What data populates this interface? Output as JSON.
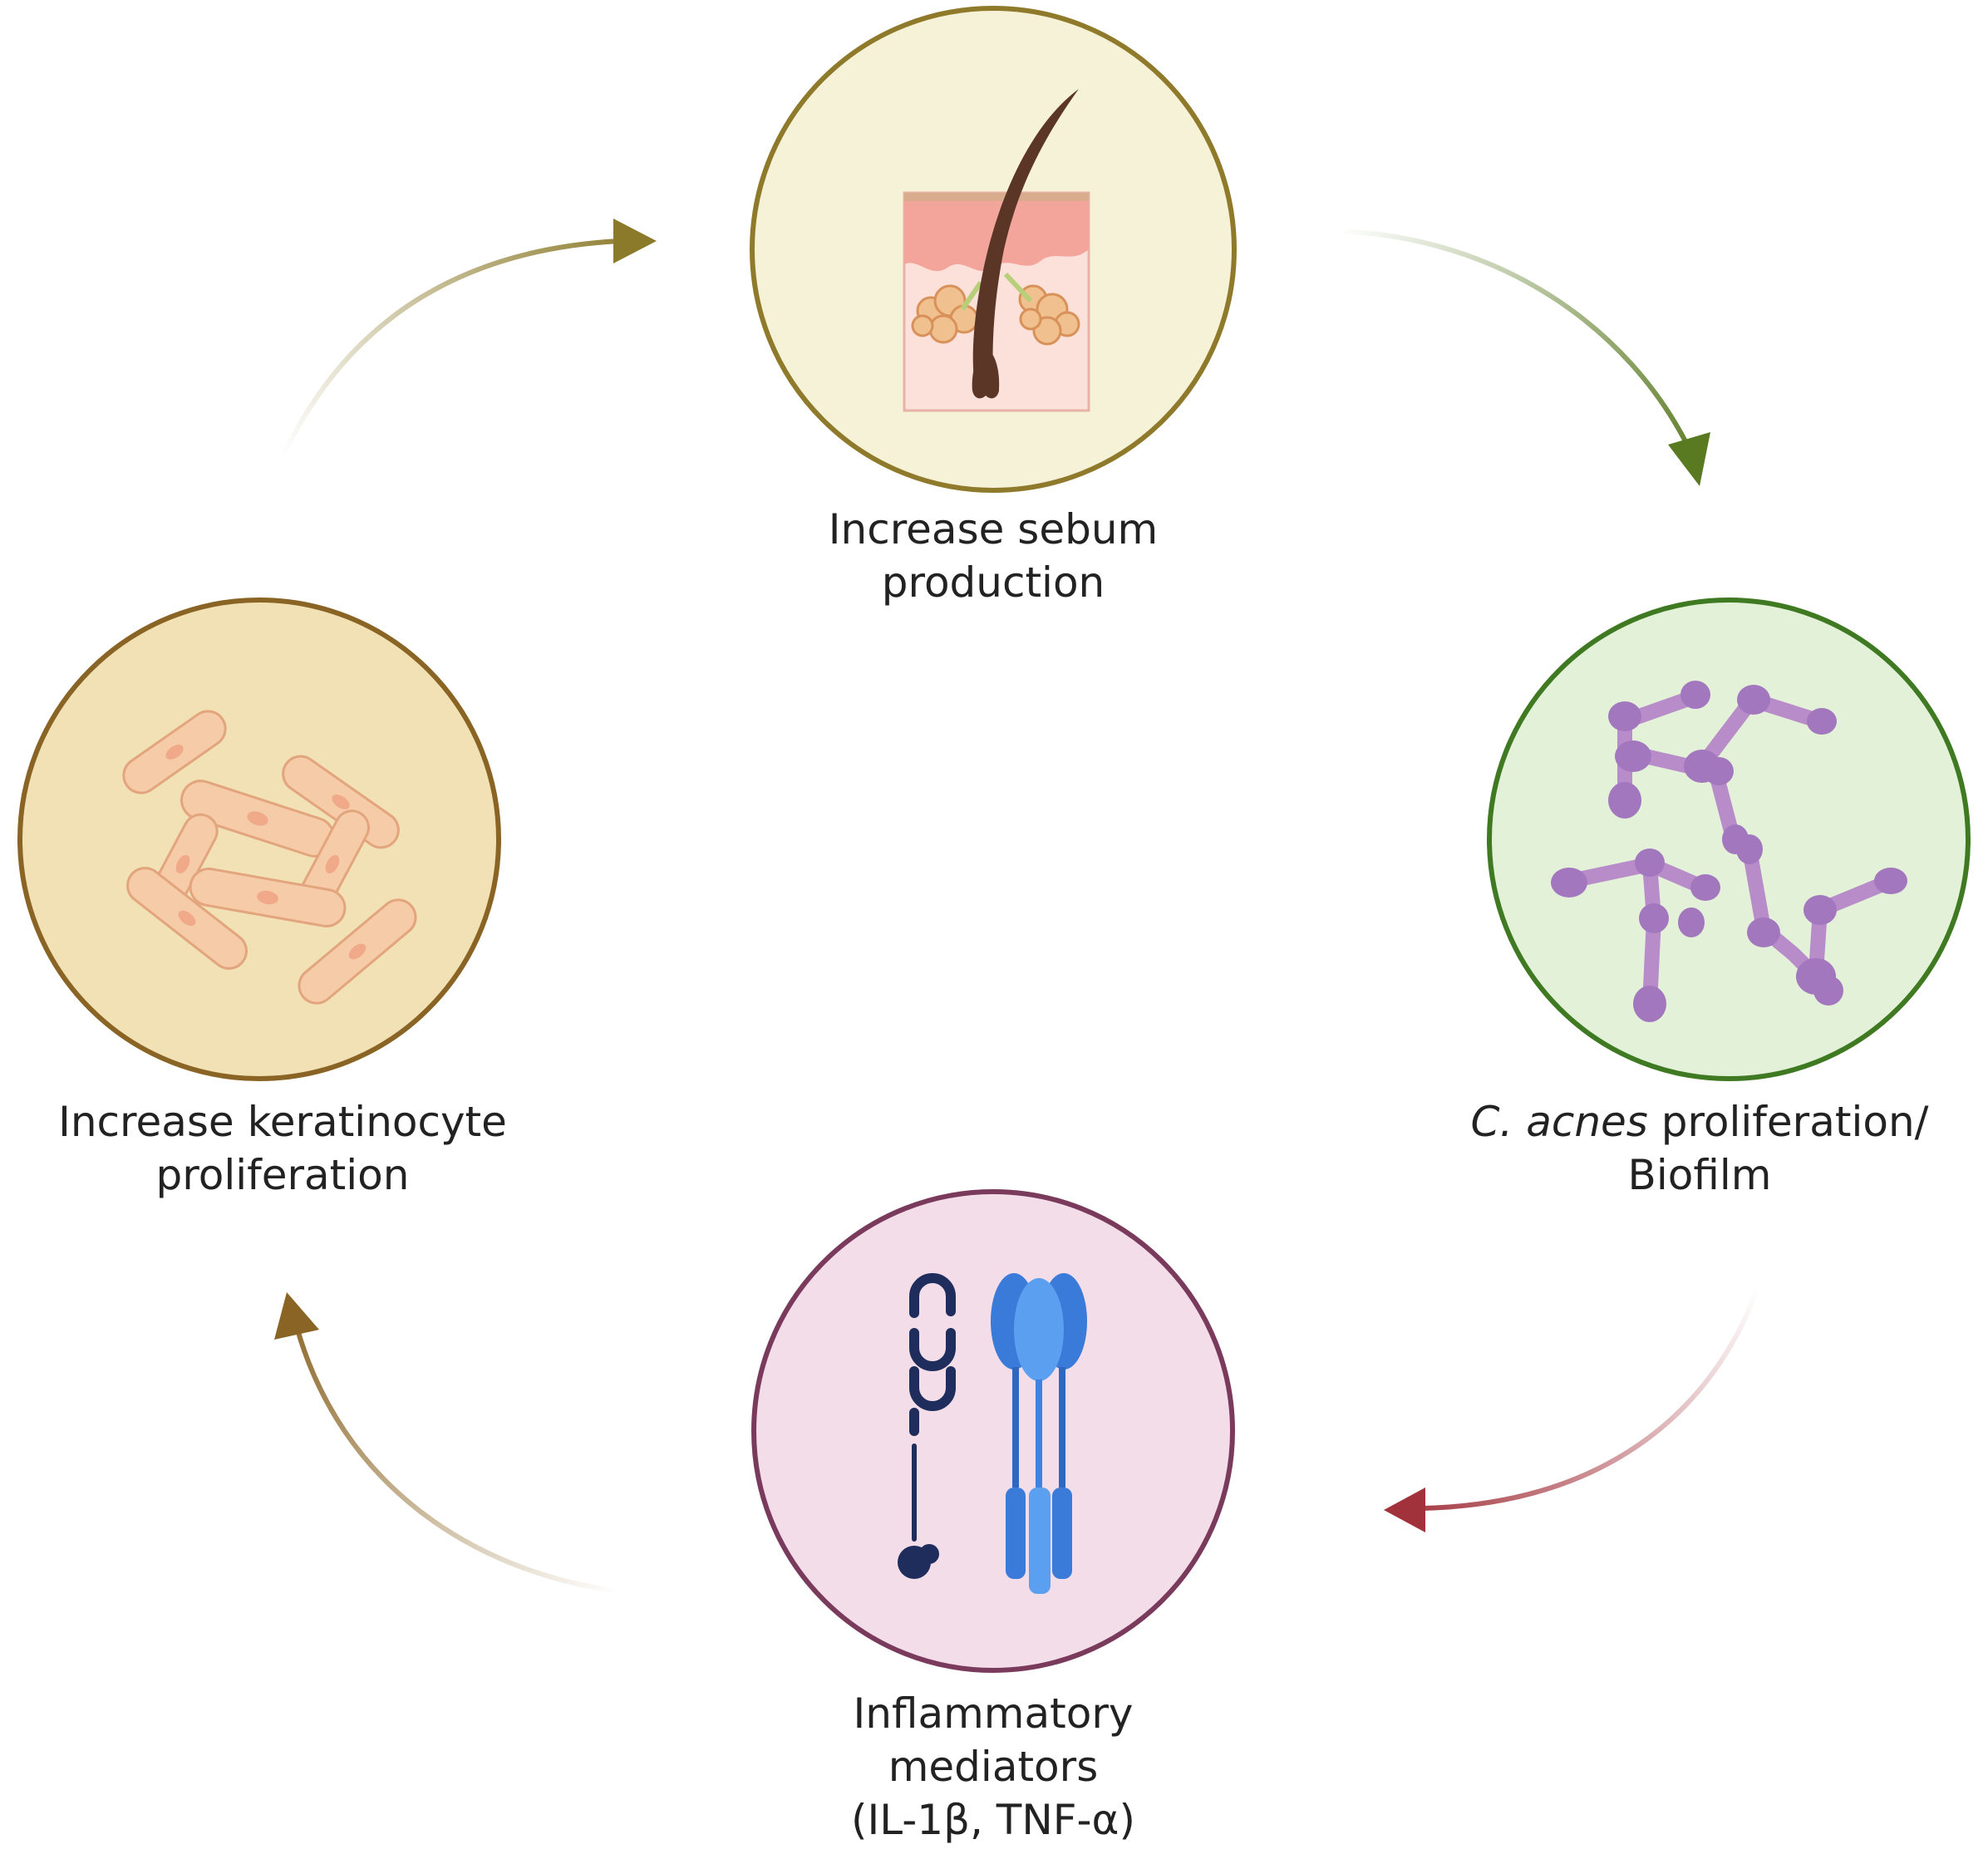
{
  "colors": {
    "background": "#ffffff",
    "sebum_circle_fill": "#f6f2d7",
    "sebum_circle_stroke": "#8f7a2c",
    "cacnes_circle_fill": "#e2f1d8",
    "cacnes_circle_stroke": "#3f7a22",
    "inflammatory_circle_fill": "#f2dde9",
    "inflammatory_circle_stroke": "#7a3a5c",
    "keratinocyte_circle_fill": "#f1e1b4",
    "keratinocyte_circle_stroke": "#8a6424",
    "arrow_olive": "#8b7a2a",
    "arrow_green": "#5a7a22",
    "arrow_red": "#a1313a",
    "arrow_brown": "#8a6424"
  },
  "nodes": {
    "sebum": {
      "line1": "Increase sebum",
      "line2": "production",
      "icon": "hair-follicle-icon"
    },
    "cacnes": {
      "italic": "C. acnes",
      "rest": " proliferation/",
      "line2": "Biofilm",
      "icon": "bacteria-biofilm-icon"
    },
    "inflammatory": {
      "line1": "Inflammatory",
      "line2": "mediators",
      "line3": "(IL-1β, TNF-α)",
      "icon": "cytokine-receptor-icon"
    },
    "keratinocyte": {
      "line1": "Increase keratinocyte",
      "line2": "proliferation",
      "icon": "keratinocyte-cells-icon"
    }
  },
  "edges": [
    {
      "from": "keratinocyte",
      "to": "sebum",
      "color": "olive"
    },
    {
      "from": "sebum",
      "to": "cacnes",
      "color": "green"
    },
    {
      "from": "cacnes",
      "to": "inflammatory",
      "color": "red"
    },
    {
      "from": "inflammatory",
      "to": "keratinocyte",
      "color": "brown"
    }
  ]
}
